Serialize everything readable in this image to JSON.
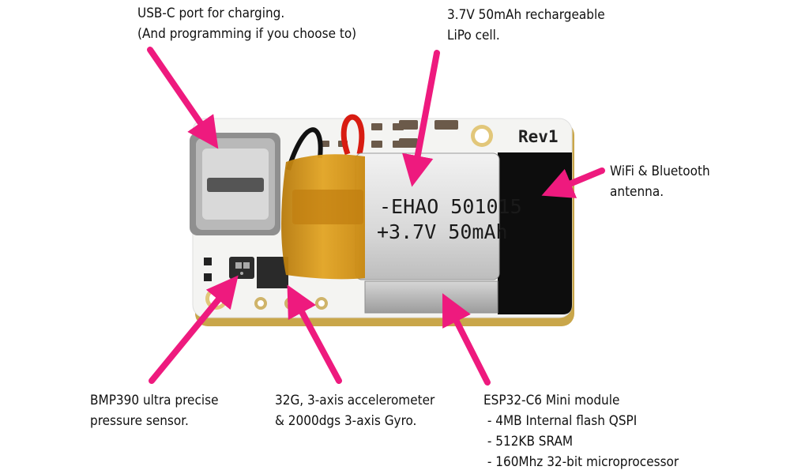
{
  "board": {
    "revision": "Rev1",
    "battery_print": [
      "-EHAO 501015",
      "+3.7V 50mAh"
    ]
  },
  "callouts": {
    "usb": {
      "lines": [
        "USB-C port for charging.",
        "(And programming if you choose to)"
      ]
    },
    "battery": {
      "lines": [
        "3.7V 50mAh rechargeable",
        "LiPo cell."
      ]
    },
    "antenna": {
      "lines": [
        "WiFi & Bluetooth",
        "antenna."
      ]
    },
    "pressure": {
      "lines": [
        "BMP390 ultra precise",
        "pressure sensor."
      ]
    },
    "imu": {
      "lines": [
        "32G, 3-axis accelerometer",
        "& 2000dgs 3-axis Gyro."
      ]
    },
    "esp": {
      "lines": [
        "ESP32-C6 Mini module",
        " - 4MB Internal flash QSPI",
        " - 512KB SRAM",
        " - 160Mhz 32-bit microprocessor"
      ]
    }
  },
  "colors": {
    "arrow": "#ee1a7e",
    "pcb": "#f4f4f2",
    "pcb_edge": "#c9a64a",
    "antenna": "#0d0d0d",
    "battery_tape": "#d99a18",
    "shield": "#b8b8b8"
  }
}
